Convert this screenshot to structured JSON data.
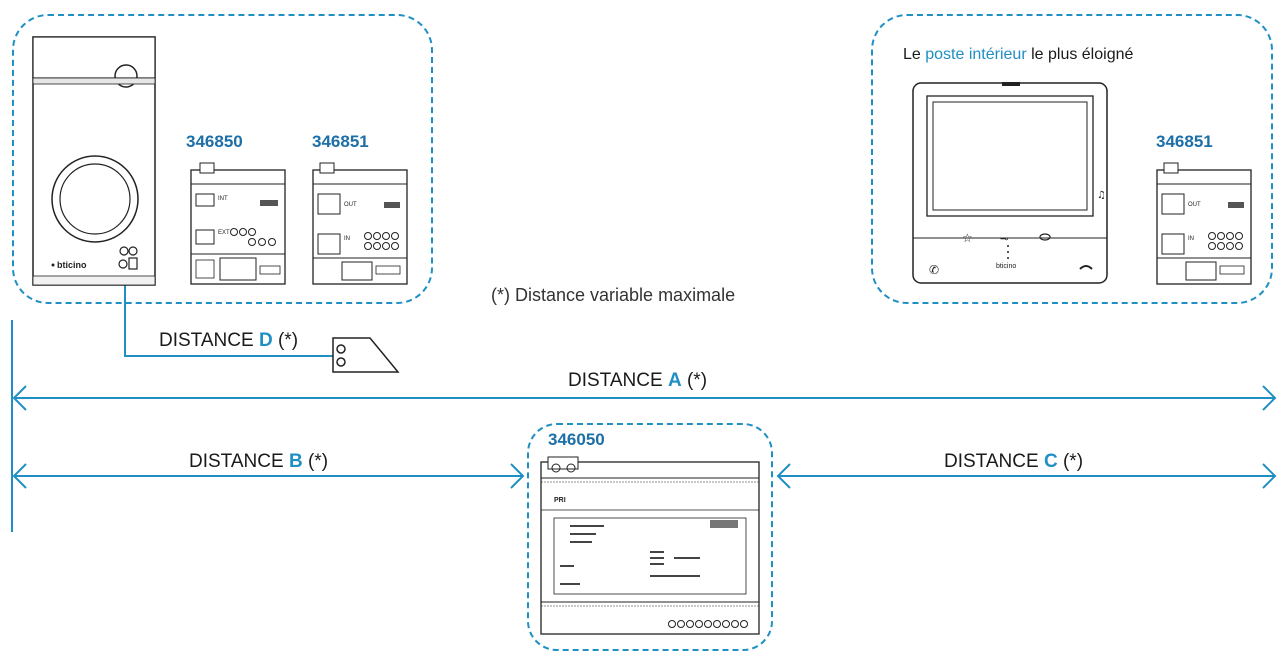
{
  "modules": {
    "codes": [
      "346850",
      "346851",
      "346851",
      "346050"
    ]
  },
  "panel_labels": {
    "int": "INT",
    "ext": "EXT",
    "out": "OUT",
    "in": "IN",
    "pri": "PRI"
  },
  "brand": "bticino",
  "caption": {
    "prefix": "Le ",
    "highlight": "poste intérieur",
    "suffix": " le plus éloigné"
  },
  "note": "(*) Distance variable maximale",
  "distances": [
    {
      "word": "DISTANCE",
      "letter": "A",
      "suffix": "(*)"
    },
    {
      "word": "DISTANCE",
      "letter": "B",
      "suffix": "(*)"
    },
    {
      "word": "DISTANCE",
      "letter": "C",
      "suffix": "(*)"
    },
    {
      "word": "DISTANCE",
      "letter": "D",
      "suffix": "(*)"
    }
  ],
  "colors": {
    "accent": "#1f8fc4",
    "code": "#1d6fa8",
    "line": "#222222"
  }
}
